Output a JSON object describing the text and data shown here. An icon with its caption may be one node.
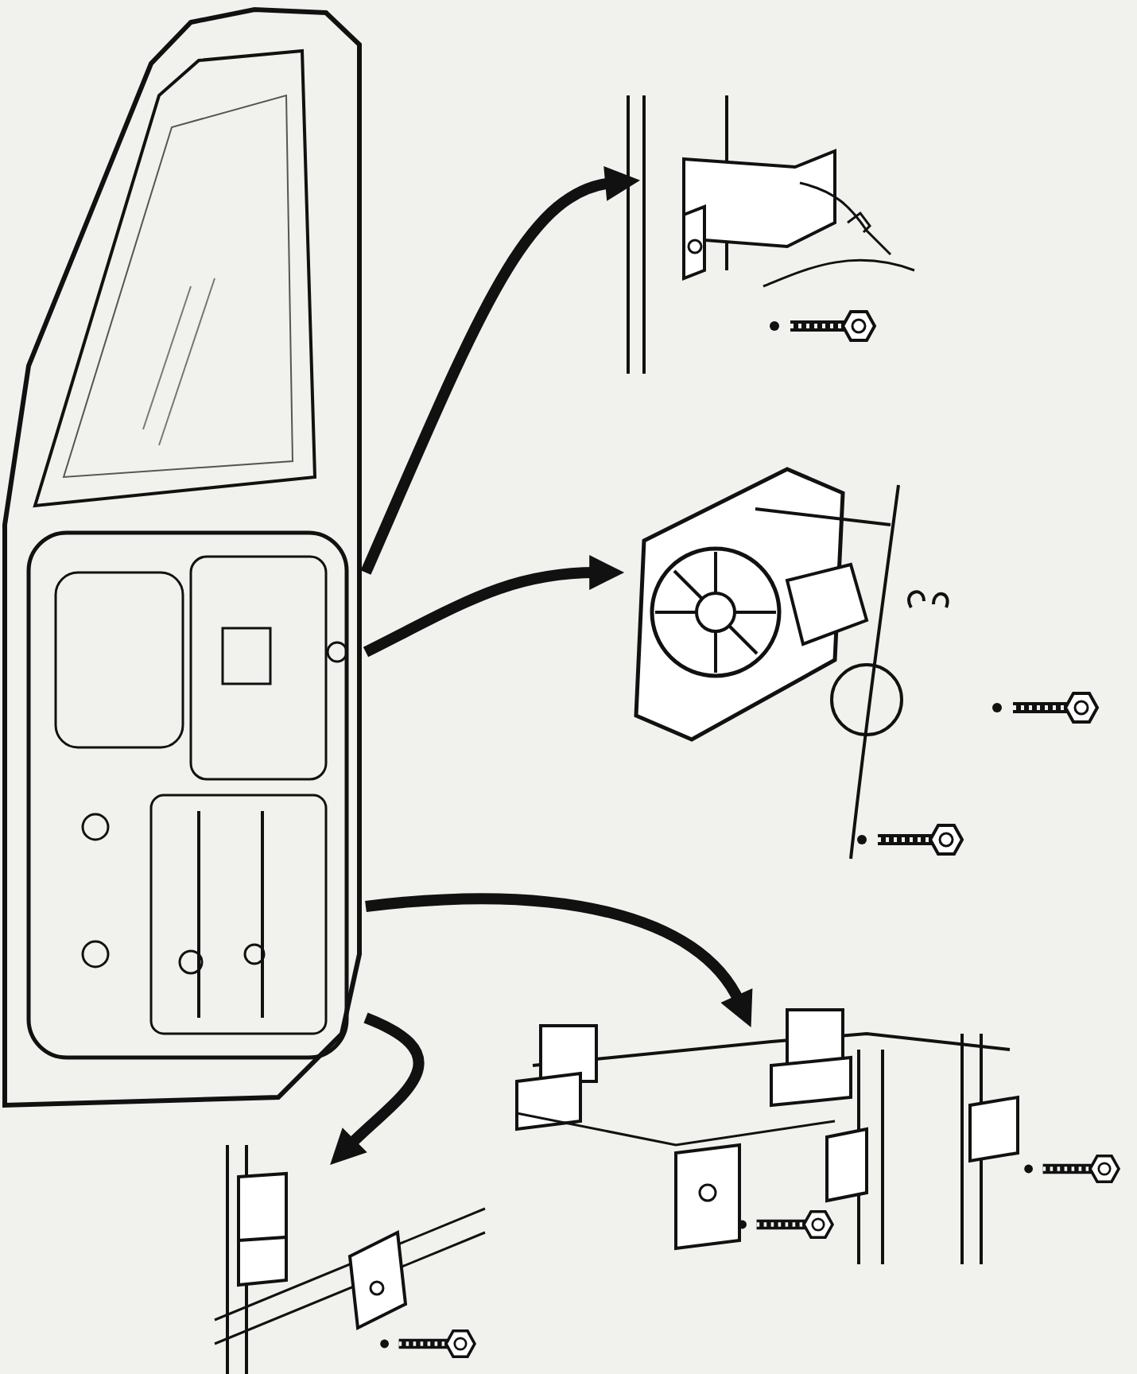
{
  "diagram": {
    "nodes": [
      {
        "text": [],
        "shape": "picture"
      },
      {
        "text": [],
        "shape": "picture"
      },
      {
        "text": [],
        "shape": "picture"
      },
      {
        "text": [],
        "shape": "picture"
      },
      {
        "text": [],
        "shape": "picture"
      }
    ],
    "edges": [
      {
        "from": 0,
        "to": 1,
        "arrow": "to"
      },
      {
        "from": 0,
        "to": 2,
        "arrow": "to"
      },
      {
        "from": 0,
        "to": 3,
        "arrow": "to"
      },
      {
        "from": 0,
        "to": 4,
        "arrow": "to"
      }
    ]
  }
}
